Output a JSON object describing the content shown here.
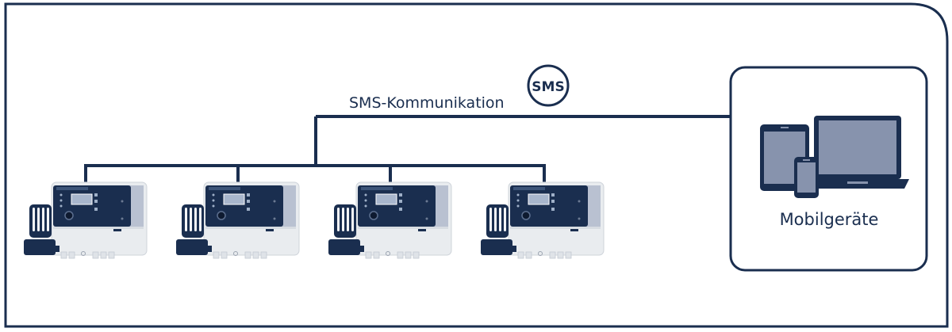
{
  "communication": {
    "label": "SMS-Kommunikation",
    "badge": "SMS"
  },
  "devices_box": {
    "label": "Mobilgeräte"
  },
  "controllers": [
    {
      "id": 1
    },
    {
      "id": 2
    },
    {
      "id": 3
    },
    {
      "id": 4
    }
  ],
  "colors": {
    "navy": "#1a2e4f",
    "panel_gray": "#8793ad",
    "housing": "#e9ecef",
    "housing_light": "#f4f5f7"
  }
}
